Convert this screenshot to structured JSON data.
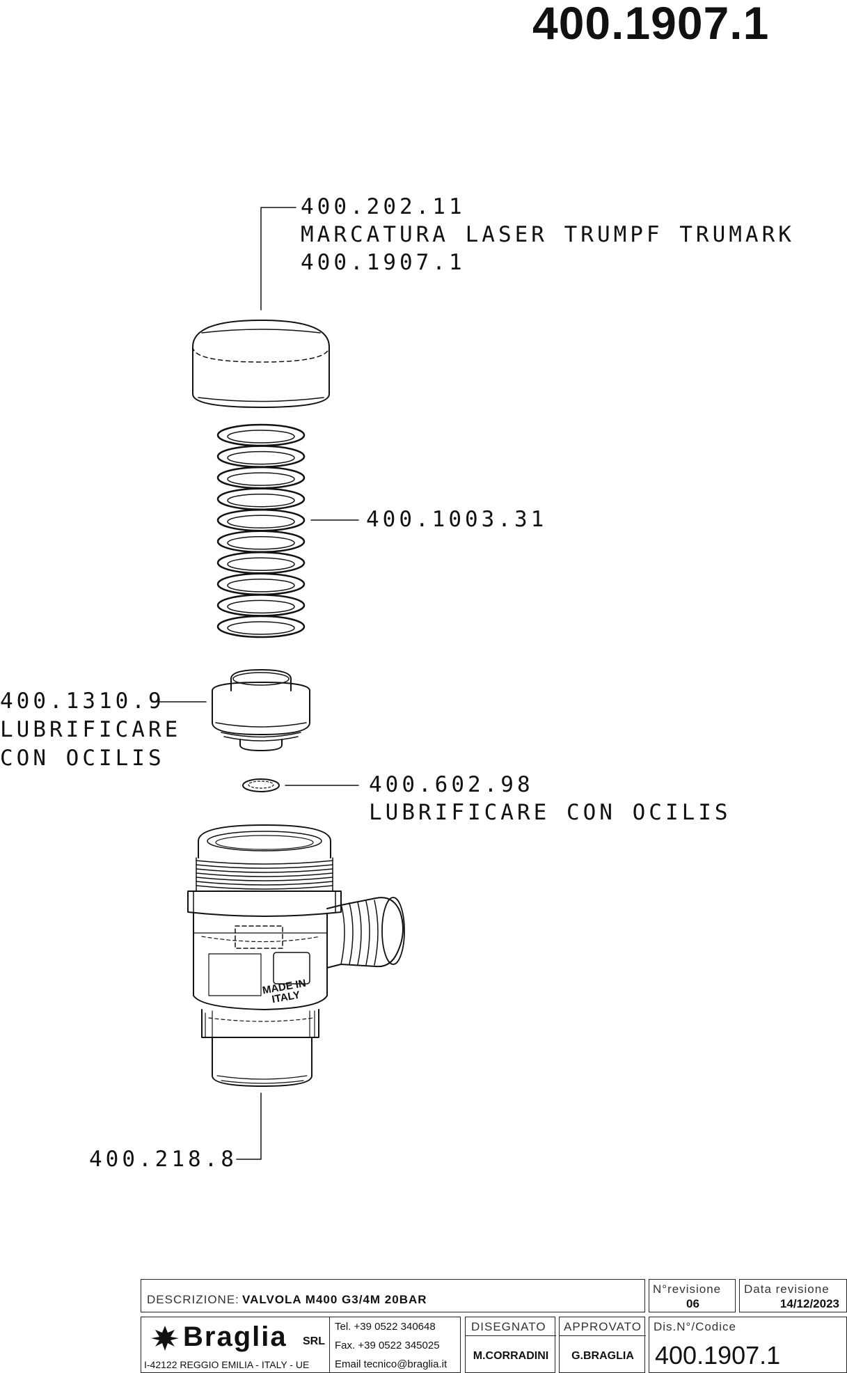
{
  "header": {
    "drawing_code": "400.1907.1"
  },
  "callouts": {
    "cap": {
      "code": "400.202.11",
      "note": "MARCATURA LASER TRUMPF TRUMARK",
      "mark": "400.1907.1"
    },
    "spring": {
      "code": "400.1003.31"
    },
    "piston": {
      "code": "400.1310.9",
      "note_line1": "LUBRIFICARE",
      "note_line2": "CON OCILIS"
    },
    "oring": {
      "code": "400.602.98",
      "note": "LUBRIFICARE CON OCILIS"
    },
    "body": {
      "code": "400.218.8",
      "marking": [
        "MADE IN",
        "ITALY"
      ]
    }
  },
  "title_block": {
    "description_label": "DESCRIZIONE:",
    "description_value": "VALVOLA M400 G3/4M 20BAR",
    "revision_label": "N°revisione",
    "revision_value": "06",
    "revision_date_label": "Data revisione",
    "revision_date_value": "14/12/2023",
    "company_name": "Braglia",
    "company_suffix": "SRL",
    "company_address": "I-42122 REGGIO EMILIA - ITALY - UE",
    "tel": "Tel. +39 0522 340648",
    "fax": "Fax. +39 0522 345025",
    "email": "Email tecnico@braglia.it",
    "drawn_label": "DISEGNATO",
    "drawn_value": "M.CORRADINI",
    "approved_label": "APPROVATO",
    "approved_value": "G.BRAGLIA",
    "code_label": "Dis.N°/Codice",
    "code_value": "400.1907.1"
  },
  "colors": {
    "line": "#111111",
    "paper": "#ffffff"
  }
}
